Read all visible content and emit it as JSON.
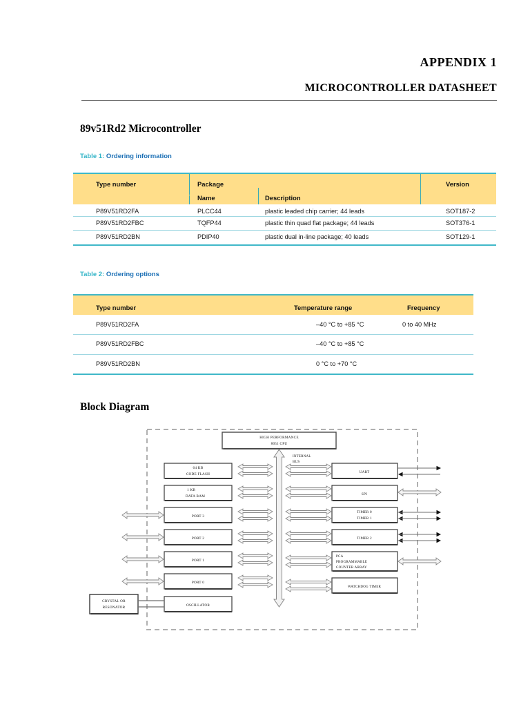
{
  "header": {
    "appendix": "APPENDIX 1",
    "subtitle": "MICROCONTROLLER DATASHEET"
  },
  "section": {
    "title": "89v51Rd2 Microcontroller"
  },
  "table1": {
    "caption_num": "Table 1:",
    "caption_text": "Ordering information",
    "columns": [
      "Type number",
      "Package",
      "Name",
      "Description",
      "Version"
    ],
    "header_type_number": "Type number",
    "header_package": "Package",
    "header_name": "Name",
    "header_description": "Description",
    "header_version": "Version",
    "rows": [
      {
        "type_number": "P89V51RD2FA",
        "package_name": "PLCC44",
        "description": "plastic leaded chip carrier; 44 leads",
        "version": "SOT187-2"
      },
      {
        "type_number": "P89V51RD2FBC",
        "package_name": "TQFP44",
        "description": "plastic thin quad flat package; 44 leads",
        "version": "SOT376-1"
      },
      {
        "type_number": "P89V51RD2BN",
        "package_name": "PDIP40",
        "description": "plastic dual in-line package; 40 leads",
        "version": "SOT129-1"
      }
    ]
  },
  "table2": {
    "caption_num": "Table 2:",
    "caption_text": "Ordering options",
    "header_type_number": "Type number",
    "header_temperature_range": "Temperature range",
    "header_frequency": "Frequency",
    "rows": [
      {
        "type_number": "P89V51RD2FA",
        "temperature_range": "–40 °C to +85 °C",
        "frequency": "0 to 40 MHz"
      },
      {
        "type_number": "P89V51RD2FBC",
        "temperature_range": "–40 °C to +85 °C",
        "frequency": ""
      },
      {
        "type_number": "P89V51RD2BN",
        "temperature_range": "0 °C to +70 °C",
        "frequency": ""
      }
    ]
  },
  "block_diagram": {
    "title": "Block Diagram",
    "cpu_line1": "HIGH PERFORMANCE",
    "cpu_line2": "8051 CPU",
    "bus_label_line1": "INTERNAL",
    "bus_label_line2": "BUS",
    "left_blocks": [
      {
        "line1": "64 KB",
        "line2": "CODE FLASH"
      },
      {
        "line1": "1 KB",
        "line2": "DATA RAM"
      },
      {
        "line1": "PORT 3",
        "line2": ""
      },
      {
        "line1": "PORT 2",
        "line2": ""
      },
      {
        "line1": "PORT 1",
        "line2": ""
      },
      {
        "line1": "PORT 0",
        "line2": ""
      },
      {
        "line1": "OSCILLATOR",
        "line2": ""
      }
    ],
    "right_blocks": [
      {
        "line1": "UART",
        "line2": "",
        "line3": ""
      },
      {
        "line1": "SPI",
        "line2": "",
        "line3": ""
      },
      {
        "line1": "TIMER 0",
        "line2": "TIMER 1",
        "line3": ""
      },
      {
        "line1": "TIMER 2",
        "line2": "",
        "line3": ""
      },
      {
        "line1": "PCA",
        "line2": "PROGRAMMABLE",
        "line3": "COUNTER ARRAY"
      },
      {
        "line1": "WATCHDOG TIMER",
        "line2": "",
        "line3": ""
      }
    ],
    "external_block": {
      "line1": "CRYSTAL OR",
      "line2": "RESONATOR"
    }
  },
  "colors": {
    "table_header_bg": "#ffde8a",
    "table_rule_teal": "#3fb8c8",
    "table_rule_light": "#9fd7e2",
    "caption_num": "#34b5c8",
    "caption_text": "#1b6fb5"
  }
}
